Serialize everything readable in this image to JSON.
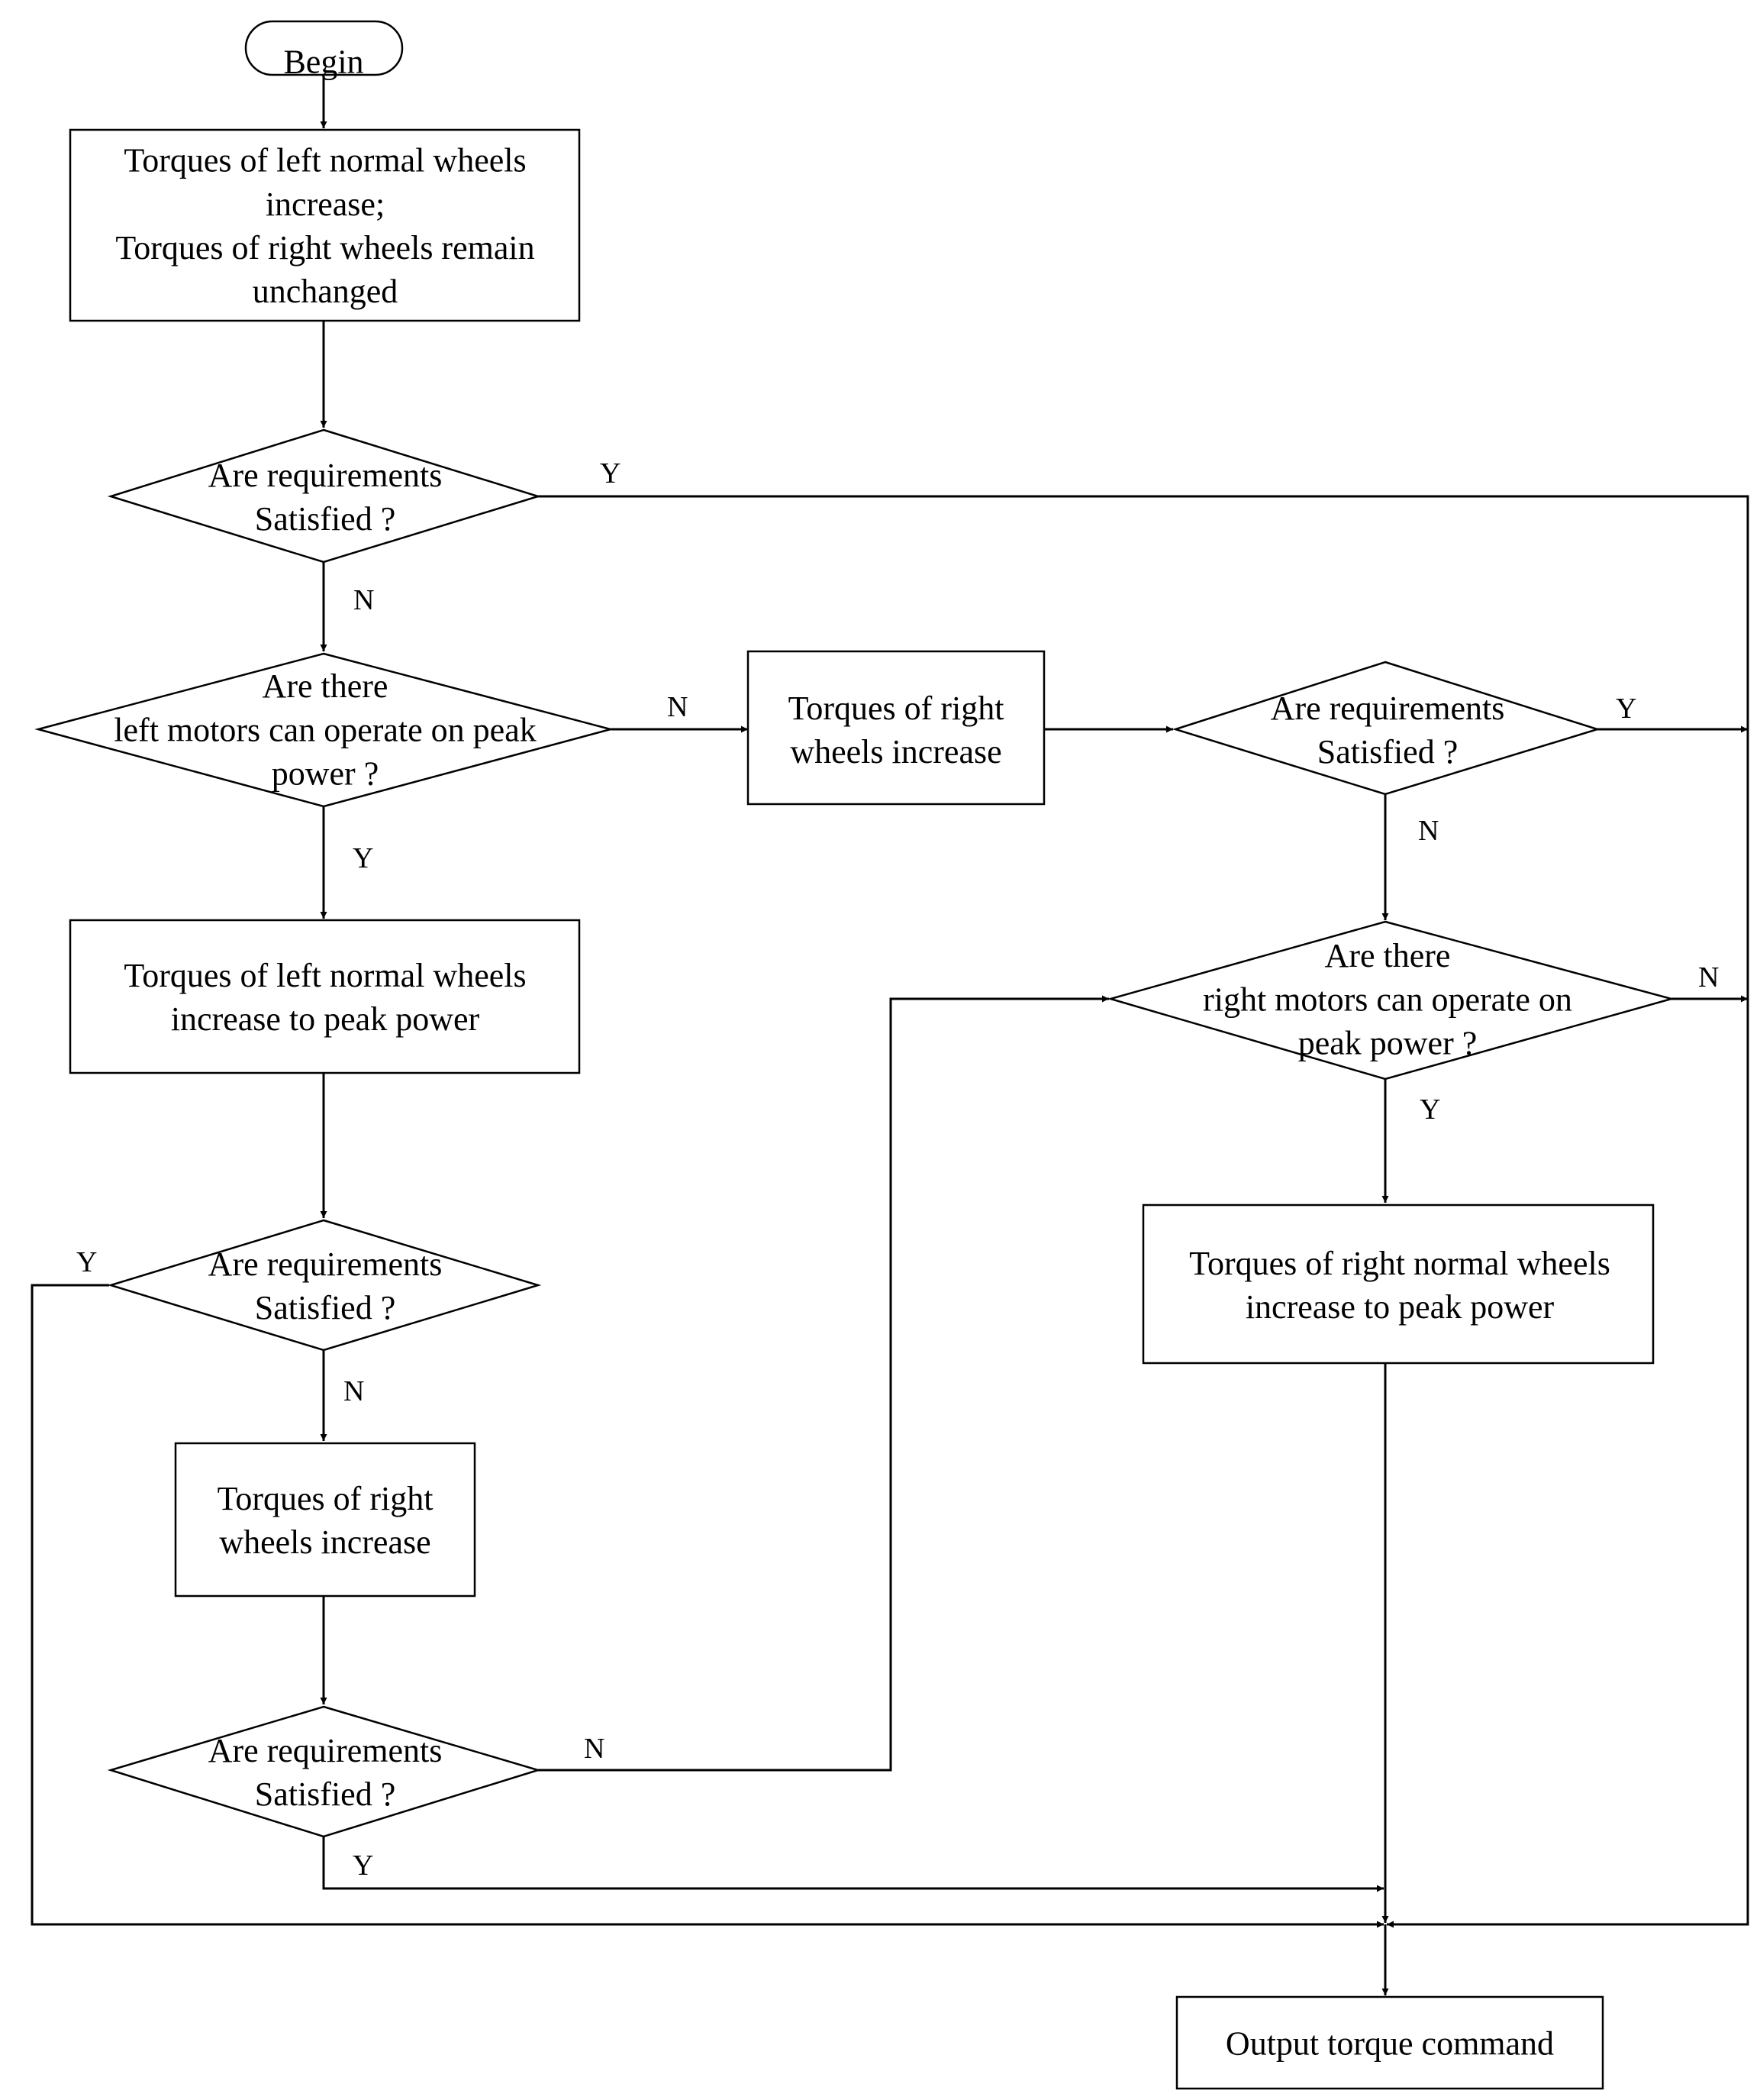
{
  "nodes": {
    "begin": {
      "lines": [
        "Begin"
      ]
    },
    "step_left_increase": {
      "lines": [
        "Torques of  left normal wheels",
        "increase;",
        "Torques of right wheels remain",
        "unchanged"
      ]
    },
    "check_req_1": {
      "lines": [
        "Are requirements",
        "Satisfied ?"
      ]
    },
    "check_left_peak": {
      "lines": [
        "Are there",
        "left motors can operate on peak",
        "power ?"
      ]
    },
    "step_right_increase_top": {
      "lines": [
        "Torques of right",
        "wheels increase"
      ]
    },
    "check_req_right": {
      "lines": [
        "Are requirements",
        "Satisfied ?"
      ]
    },
    "step_left_peak": {
      "lines": [
        "Torques of left normal wheels",
        "increase to peak power"
      ]
    },
    "check_right_peak": {
      "lines": [
        "Are there",
        "right motors can operate on",
        "peak power ?"
      ]
    },
    "check_req_2": {
      "lines": [
        "Are requirements",
        "Satisfied ?"
      ]
    },
    "step_right_peak": {
      "lines": [
        "Torques of right normal wheels",
        "increase to peak power"
      ]
    },
    "step_right_increase_bottom": {
      "lines": [
        "Torques of right",
        "wheels increase"
      ]
    },
    "check_req_3": {
      "lines": [
        "Are requirements",
        "Satisfied ?"
      ]
    },
    "output": {
      "lines": [
        "Output torque command"
      ]
    }
  },
  "edge_labels": {
    "req1_yes": "Y",
    "req1_no": "N",
    "left_peak_no": "N",
    "left_peak_yes": "Y",
    "req_right_yes": "Y",
    "req_right_no": "N",
    "right_peak_no": "N",
    "right_peak_yes": "Y",
    "req2_yes": "Y",
    "req2_no": "N",
    "req3_no": "N",
    "req3_yes": "Y"
  }
}
